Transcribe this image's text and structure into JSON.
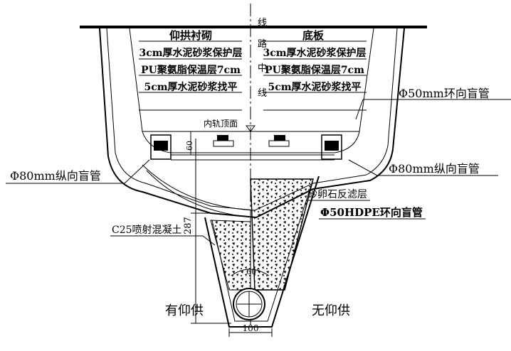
{
  "left_table": {
    "header": "仰拱衬砌",
    "rows": [
      "3cm厚水泥砂浆保护层",
      "PU聚氨脂保温层7cm",
      "5cm厚水泥砂浆找平"
    ]
  },
  "right_table": {
    "header": "底板",
    "rows": [
      "3cm厚水泥砂浆保护层",
      "PU聚氨脂保温层7cm",
      "5cm厚水泥砂浆找平"
    ]
  },
  "centerline": {
    "chars": [
      "线",
      "路",
      "中",
      "线"
    ]
  },
  "labels": {
    "rail_top": "内轨顶面",
    "ring_pipe_50": "Φ50mm环向盲管",
    "long_pipe_80_left": "Φ80mm纵向盲管",
    "long_pipe_80_right": "Φ80mm纵向盲管",
    "gravel_filter": "砂卵石反滤层",
    "hdpe_pipe": "Φ50HDPE环向盲管",
    "shotcrete": "C25喷射混凝土",
    "with_invert": "有仰供",
    "without_invert": "无仰供"
  },
  "dimensions": {
    "dim_60": "60",
    "dim_287": "287",
    "dim_100": "100",
    "angle_60": "60°"
  }
}
